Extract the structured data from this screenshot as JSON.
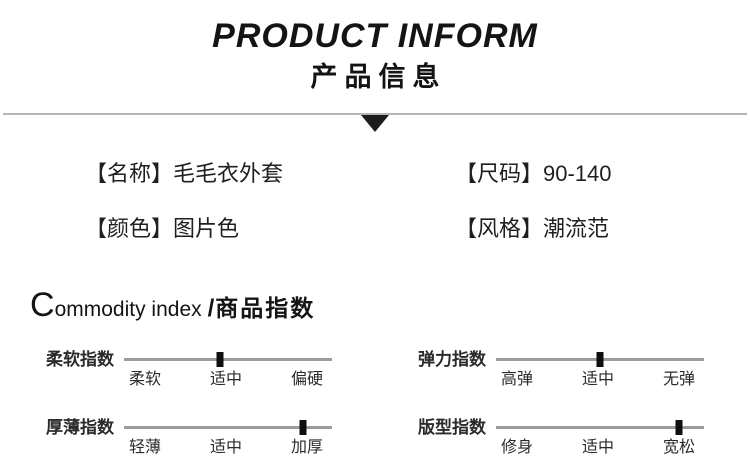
{
  "header": {
    "title_en": "PRODUCT INFORM",
    "title_cn": "产品信息"
  },
  "icons": {
    "down_arrow_icon": "css-triangle-down"
  },
  "product_info": {
    "rows": [
      {
        "label": "【名称】",
        "value": "毛毛衣外套"
      },
      {
        "label": "【尺码】",
        "value": "90-140"
      },
      {
        "label": "【颜色】",
        "value": "图片色"
      },
      {
        "label": "【风格】",
        "value": "潮流范"
      }
    ]
  },
  "index_section": {
    "initial": "C",
    "rest": "ommodity index",
    "slash": "/",
    "title_cn": "商品指数"
  },
  "sliders": [
    {
      "name": "柔软指数",
      "options": [
        "柔软",
        "适中",
        "偏硬"
      ],
      "selected": "适中",
      "marker_percent": 46
    },
    {
      "name": "弹力指数",
      "options": [
        "高弹",
        "适中",
        "无弹"
      ],
      "selected": "适中",
      "marker_percent": 50
    },
    {
      "name": "厚薄指数",
      "options": [
        "轻薄",
        "适中",
        "加厚"
      ],
      "selected": "加厚",
      "marker_percent": 86
    },
    {
      "name": "版型指数",
      "options": [
        "修身",
        "适中",
        "宽松"
      ],
      "selected": "宽松",
      "marker_percent": 88
    }
  ],
  "colors": {
    "text": "#1a1a1a",
    "track": "#9c9c9c",
    "marker": "#0f0f0f",
    "divider_line": "#b5b5b5"
  }
}
